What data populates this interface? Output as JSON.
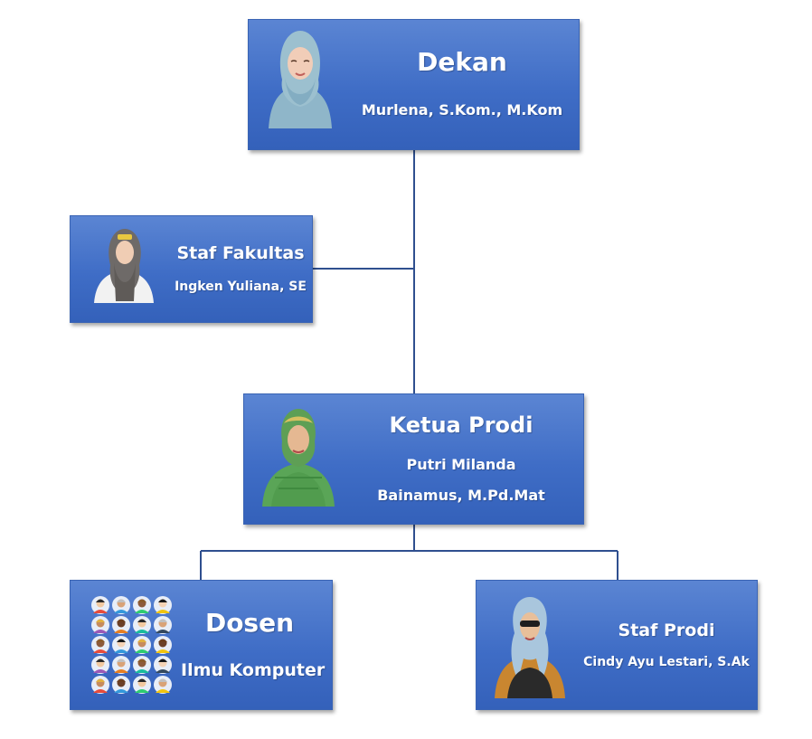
{
  "dekan": {
    "title": "Dekan",
    "name": "Murlena, S.Kom., M.Kom"
  },
  "staf_fakultas": {
    "title": "Staf Fakultas",
    "name": "Ingken Yuliana, SE"
  },
  "ketua_prodi": {
    "title": "Ketua Prodi",
    "name_line1": "Putri Milanda",
    "name_line2": "Bainamus, M.Pd.Mat"
  },
  "dosen": {
    "title": "Dosen",
    "subtitle": "Ilmu Komputer"
  },
  "staf_prodi": {
    "title": "Staf Prodi",
    "name": "Cindy Ayu Lestari, S.Ak"
  },
  "colors": {
    "box": "#4472c4",
    "connector": "#2f4f8f"
  }
}
